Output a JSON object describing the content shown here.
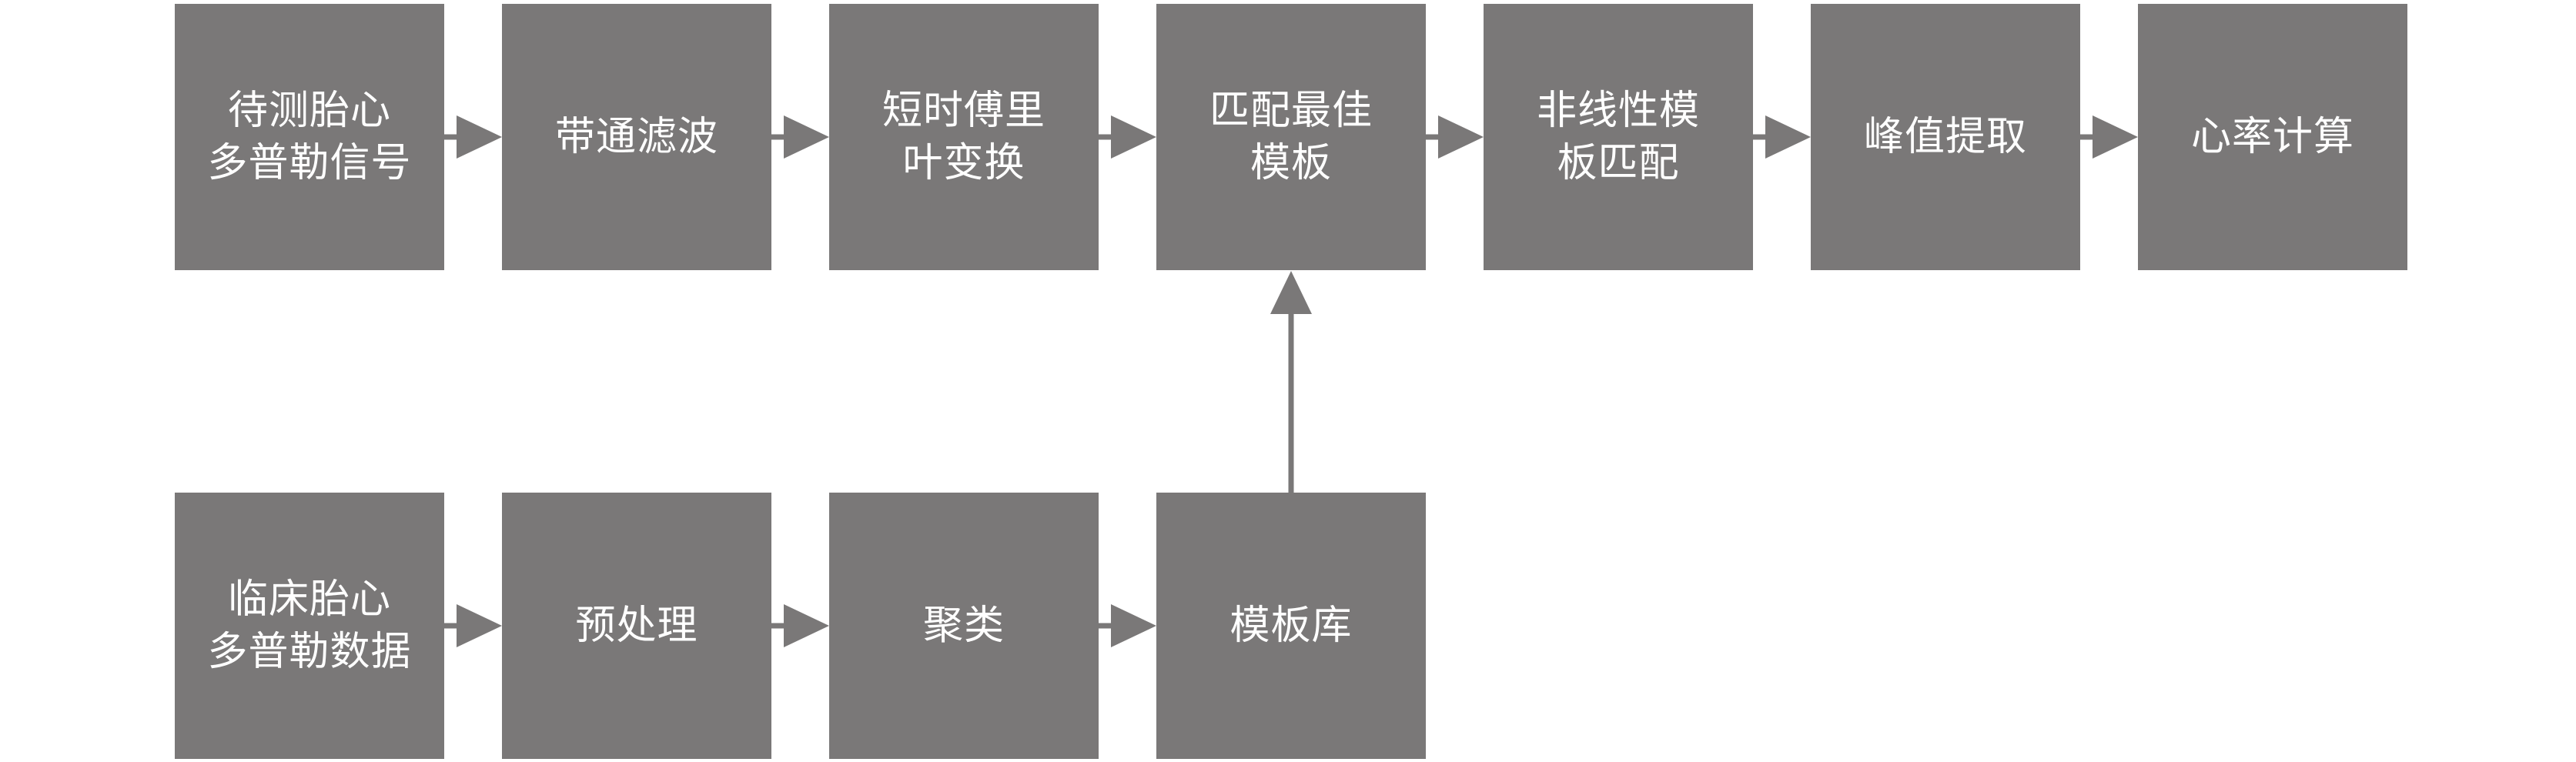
{
  "top_row": [
    {
      "lines": [
        "待测胎心",
        "多普勒信号"
      ]
    },
    {
      "lines": [
        "带通滤波"
      ]
    },
    {
      "lines": [
        "短时傅里",
        "叶变换"
      ]
    },
    {
      "lines": [
        "匹配最佳",
        "模板"
      ]
    },
    {
      "lines": [
        "非线性模",
        "板匹配"
      ]
    },
    {
      "lines": [
        "峰值提取"
      ]
    },
    {
      "lines": [
        "心率计算"
      ]
    }
  ],
  "bottom_row": [
    {
      "lines": [
        "临床胎心",
        "多普勒数据"
      ]
    },
    {
      "lines": [
        "预处理"
      ]
    },
    {
      "lines": [
        "聚类"
      ]
    },
    {
      "lines": [
        "模板库"
      ]
    }
  ],
  "colors": {
    "box_fill": "#7a7878",
    "box_text": "#ffffff",
    "arrow": "#7a7878"
  }
}
